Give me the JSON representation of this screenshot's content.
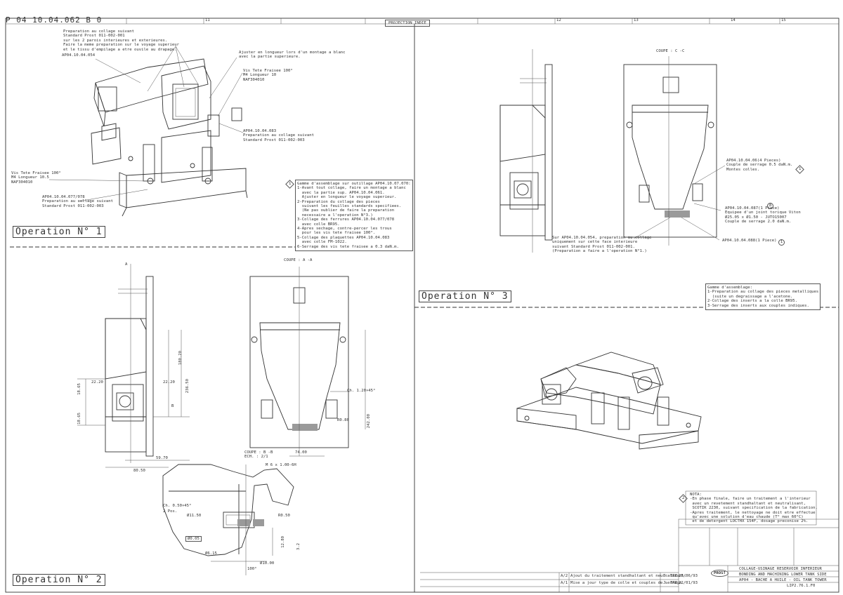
{
  "header": {
    "drawing_number": "P 04 10.04.062 B 0",
    "projection_label": "PROJECTION INDIE",
    "ruler_numbers": [
      "11",
      "12",
      "13",
      "14",
      "15"
    ]
  },
  "op1": {
    "title": "Operation N° 1",
    "callouts": {
      "prep_top": "Preparation au collage suivant\nStandard Prost 011-002-001\nsur les 2 parois interieures et exterieures.\nFaire la meme preparation sur le voyage superieur\net le tissu d'empilage a etre ouvile au drapage.",
      "part_054": "AP04.10.04.054",
      "adjust": "Ajuster en longueur lors d'un montage a blanc\navec la partie superieure.",
      "vis_top": "Vis Tete Fraisee 100°\nM4 Longueur 10\nNAF304010",
      "part_083": "AP04.10.04.083\nPreparation au collage suivant\nStandard Prost 011-002-003",
      "vis_left": "Vis Tete Fraisee 100°\nM4 Longueur 10.5\nNAF304010",
      "part_077": "AP04.10.04.077/078\nPreparation au collage suivant\nStandard Prost 011-002-003"
    },
    "gamme": "Gamme d'assemblage sur outillage AP04.10.07.070:\n1-Avant tout collage, faire un montage a blanc\n  avec la partie sup. AP04.10.04.061.\n  Ajuster en longueur le voyage superieur.\n2-Preparation du collage des pieces\n  suivant les feuilles standards specifiees.\n  (Ne pas oublier de faire la preparation\n  necessaire a l'operation N°3.)\n3-Collage des ferrures AP04.10.04.077/078\n  avec colle BR95.\n4-Apres sechage, contre-percer les trous\n  pour les vis tete fraisee 100°.\n5-Collage des plaquettes AP04.10.04.083\n  avec colle FM-1022.\n6-Serrage des vis tete fraisee a 0.3 daN.m.",
    "gamme_marker": "1"
  },
  "op2": {
    "title": "Operation N° 2",
    "section_aa": "COUPE : A -A",
    "section_bb": "COUPE : B -B\nECH. : 2/1",
    "dimensions": [
      "22.20",
      "22.20",
      "18.65",
      "18.65",
      "180.20",
      "236.50",
      "59.70",
      "80.50",
      "74.00",
      "242.00",
      "Ch. 1.20×45°",
      "R0.80",
      "M 6 x 1.00-6H",
      "Ch. 0.50×45°",
      "Ø11.50",
      "Ø6.15",
      "Ø10.00",
      "R0.50",
      "12.80",
      "3.2",
      "Ø0.05",
      "100°",
      "2 Pos.",
      "A",
      "B"
    ]
  },
  "op3": {
    "title": "Operation N° 3",
    "section_cc": "COUPE : C -C",
    "callouts": {
      "part_0614": "AP04.10.04.06(4 Pieces)\nCouple de serrage 0.5 daN.m.\nMontes colles.",
      "part_087": "AP04.10.04.087(1 Piece)\nEquipee d'un joint torique Viton\nØ25.05 x Ø1.50 - JUTO15007\nCouple de serrage 2.0 daN.m.",
      "part_088": "AP04.10.04.088(1 Piece)",
      "sur_054": "Sur AP04.10.04.054, preparation au collage\nuniquement sur cette face interieure\nsuivant Standard Prost 011-002-001.\n(Preparation a faire a l'operation N°1.)"
    },
    "gamme": "Gamme d'assemblage:\n1-Preparation au collage des pieces metalliques\n  (suite un degraissage a l'acetone.\n2-Collage des inserts a la colle BR95.\n3-Serrage des inserts aux couples indiques.",
    "markers": [
      "1",
      "8",
      "1"
    ]
  },
  "note": {
    "text": "NOTA:\n-En phase finale, faire un traitement a l'interieur\n avec un revetement standhaltant et neutralisant,\n SCOTIK 2230, suivant specification de la fabrication.\n-Apres traitement, le nettoyage ne doit etre effectue\n qu'avec une solution d'eau chaude (T° max 60°C)\n et de detergent LOCTHX 154F, dosage preconise 2%.",
    "marker": "2"
  },
  "title_block": {
    "title_fr": "COLLAGE-USINAGE RESERVOIR INFERIEUR",
    "title_en": "BONDING AND MACHINING LOWER TANK SIDE",
    "subtitle": "AP04 - BACHE A HUILE - OIL TANK TOWER",
    "number": "LIP2.76.1.F0",
    "company": "PROST",
    "rev_rows": [
      {
        "rev": "A/2",
        "desc": "Ajout du traitement standhaltant et neutralisant.",
        "by": "J. BRE",
        "date": "25/06/93"
      },
      {
        "rev": "A/1",
        "desc": "Mise a jour type de colle et couples de serrage.",
        "by": "J. BRE",
        "date": "22/01/93"
      }
    ]
  }
}
